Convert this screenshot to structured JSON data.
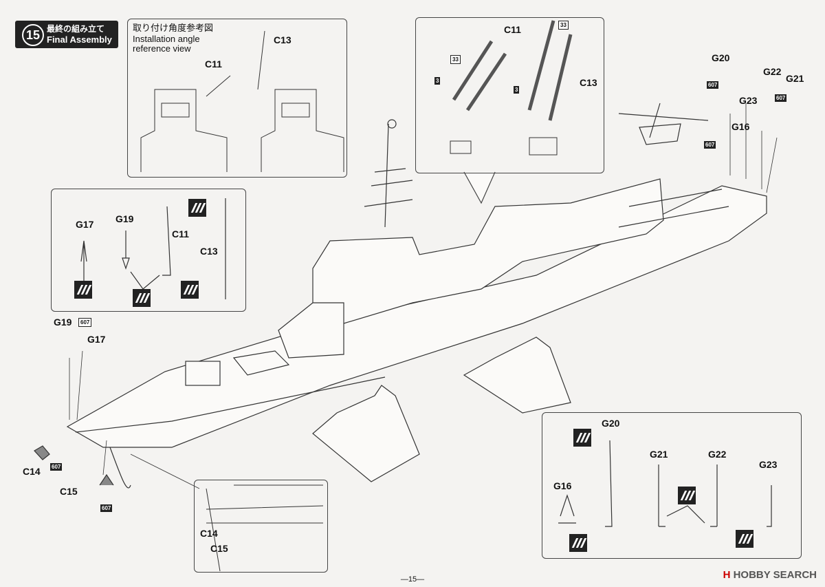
{
  "step": {
    "number": "15",
    "title_jp": "最終の組み立て",
    "title_en": "Final Assembly"
  },
  "reference": {
    "title_jp": "取り付け角度参考図",
    "title_en_1": "Installation angle",
    "title_en_2": "reference view",
    "part_a": "C11",
    "part_b": "C13"
  },
  "top_detail": {
    "part_a": "C11",
    "part_b": "C13",
    "color_33": "33",
    "color_3": "3"
  },
  "left_detail": {
    "g17": "G17",
    "g19": "G19",
    "c11": "C11",
    "c13": "C13"
  },
  "bow": {
    "g19": "G19",
    "g17": "G17",
    "c14": "C14",
    "c15": "C15",
    "color_607": "607"
  },
  "bow_inset": {
    "c14": "C14",
    "c15": "C15"
  },
  "stern": {
    "g20": "G20",
    "g22": "G22",
    "g21": "G21",
    "g23": "G23",
    "g16": "G16",
    "color_607": "607"
  },
  "right_detail": {
    "g20": "G20",
    "g21": "G21",
    "g22": "G22",
    "g23": "G23",
    "g16": "G16"
  },
  "page_number": "—15—",
  "brand": {
    "mark": "H",
    "name": "HOBBY SEARCH"
  }
}
